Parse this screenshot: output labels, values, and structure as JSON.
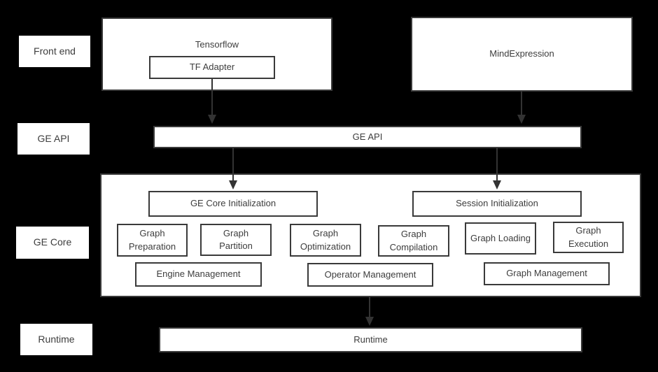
{
  "colors": {
    "background": "#000000",
    "box_fill": "#ffffff",
    "box_border": "#3a3a3a",
    "text": "#3d3d3d",
    "arrow": "#333333"
  },
  "layer_labels": {
    "front_end": "Front end",
    "ge_api": "GE API",
    "ge_core": "GE Core",
    "runtime": "Runtime"
  },
  "front_end": {
    "tensorflow_label": "Tensorflow",
    "tf_adapter_label": "TF Adapter",
    "mind_expression_label": "MindExpression"
  },
  "ge_api_bar": {
    "label": "GE API"
  },
  "ge_core": {
    "ge_core_initialization_label": "GE Core Initialization",
    "session_initialization_label": "Session Initialization",
    "function_boxes": [
      "Graph Preparation",
      "Graph Partition",
      "Graph Optimization",
      "Graph Compilation",
      "Graph Loading",
      "Graph Execution"
    ],
    "management_boxes": [
      "Engine Management",
      "Operator Management",
      "Graph Management"
    ]
  },
  "runtime_bar": {
    "label": "Runtime"
  }
}
